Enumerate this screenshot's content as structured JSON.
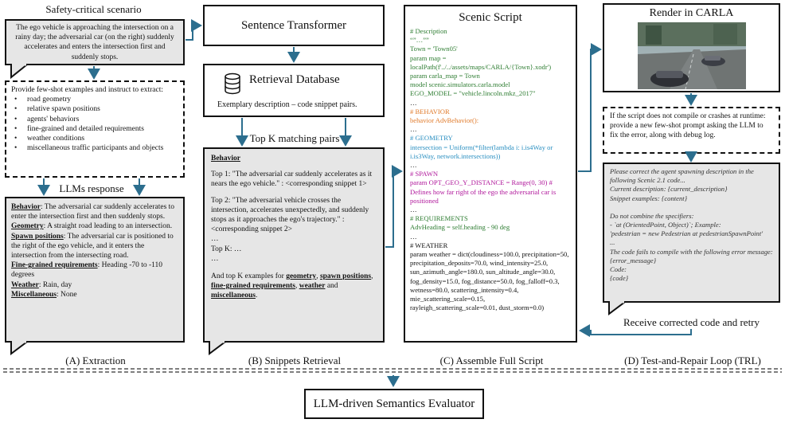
{
  "extraction": {
    "heading": "Safety-critical scenario",
    "scenario_text": "The ego vehicle is approaching the intersection on a rainy day; the adversarial car (on the right) suddenly accelerates and enters the intersection first and suddenly stops.",
    "instruction": "Provide few-shot examples and instruct to extract:",
    "items": [
      "road geometry",
      "relative spawn positions",
      "agents' behaviors",
      "fine-grained and detailed requirements",
      "weather conditions",
      "miscellaneous traffic participants and objects"
    ],
    "llm_heading": "LLMs response",
    "response": [
      {
        "key": "Behavior",
        "text": ": The adversarial car suddenly accelerates to enter the intersection first and then suddenly stops."
      },
      {
        "key": "Geometry",
        "text": ": A straight road leading to an intersection."
      },
      {
        "key": "Spawn positions",
        "text": ": The adversarial car is positioned to the right of the ego vehicle, and it enters the intersection from the intersecting road."
      },
      {
        "key": "Fine-grained requirements",
        "text": ": Heading -70 to -110 degrees"
      },
      {
        "key": "Weather",
        "text": ": Rain, day"
      },
      {
        "key": "Miscellaneous",
        "text": ": None"
      }
    ],
    "caption": "(A) Extraction"
  },
  "retrieval": {
    "transformer_label": "Sentence Transformer",
    "db_title": "Retrieval Database",
    "db_desc": "Exemplary description – code snippet pairs.",
    "topk_label": "Top K matching pairs",
    "behavior_label": "Behavior",
    "top1": "Top 1: \"The adversarial car suddenly accelerates as it nears the ego vehicle.\" : <corresponding snippet 1>",
    "top2": "Top 2: \"The adversarial vehicle crosses the intersection, accelerates unexpectedly, and suddenly stops as it approaches the ego's trajectory.\" : <corresponding snippet 2>",
    "ellipsis": "…",
    "topk": "Top K: …",
    "footer_pre": "And top K examples for",
    "footer_geometry": "geometry",
    "footer_spawn": "spawn positions",
    "footer_fine": "fine-grained requirements",
    "footer_weather": "weather",
    "footer_and": "and",
    "footer_misc": "miscellaneous",
    "caption": "(B) Snippets Retrieval"
  },
  "script": {
    "title": "Scenic Script",
    "desc_comment": "# Description",
    "desc_quotes": "“”…””",
    "town": "Town = 'Town05'",
    "param_map": "param map = localPath(f'../../assets/maps/CARLA/{Town}.xodr')",
    "carla_map": "param carla_map = Town",
    "model": "model scenic.simulators.carla.model",
    "ego_model": "EGO_MODEL = \"vehicle.lincoln.mkz_2017\"",
    "ellipsis": "…",
    "behavior_comment": "# BEHAVIOR",
    "behavior_code": "behavior AdvBehavior():",
    "geometry_comment": "# GEOMETRY",
    "geometry_code": "intersection = Uniform(*filter(lambda i: i.is4Way or i.is3Way, network.intersections))",
    "spawn_comment": "# SPAWN",
    "spawn_code": "param OPT_GEO_Y_DISTANCE = Range(0, 30)  # Defines how far right of the ego the adversarial car is positioned",
    "req_comment": "# REQUIREMENTS",
    "req_code": "AdvHeading = self.heading - 90 deg",
    "weather_comment": "# WEATHER",
    "weather_code": "param weather = dict(cloudiness=100.0, precipitation=50, precipitation_deposits=70.0, wind_intensity=25.0, sun_azimuth_angle=180.0, sun_altitude_angle=30.0, fog_density=15.0, fog_distance=50.0, fog_falloff=0.3, wetness=80.0, scattering_intensity=0.4, mie_scattering_scale=0.15, rayleigh_scattering_scale=0.01, dust_storm=0.0)",
    "caption": "(C) Assemble Full Script"
  },
  "trl": {
    "render_title": "Render in CARLA",
    "fail_text": "If the script does not compile or crashes at runtime: provide a new few-shot prompt asking the LLM to fix the error, along with debug log.",
    "prompt_lines": [
      "Please correct the agent spawning description in the following Scenic 2.1 code...",
      "Current description: {current_description}",
      "Snippet examples: {content}",
      "",
      "Do not combine the specifiers:",
      "  - `at (OrientedPoint, Object)`; Example:",
      "'pedestrian = new Pedestrian at pedestrianSpawnPoint'",
      "...",
      "The code fails to compile with the following error message: {error_message}",
      "Code:",
      "{code}"
    ],
    "receive": "Receive corrected code and retry",
    "caption": "(D) Test-and-Repair Loop (TRL)"
  },
  "evaluator": {
    "label": "LLM-driven Semantics Evaluator"
  },
  "colors": {
    "arrow": "#2c6e8e",
    "bubble": "#e6e6e6"
  }
}
